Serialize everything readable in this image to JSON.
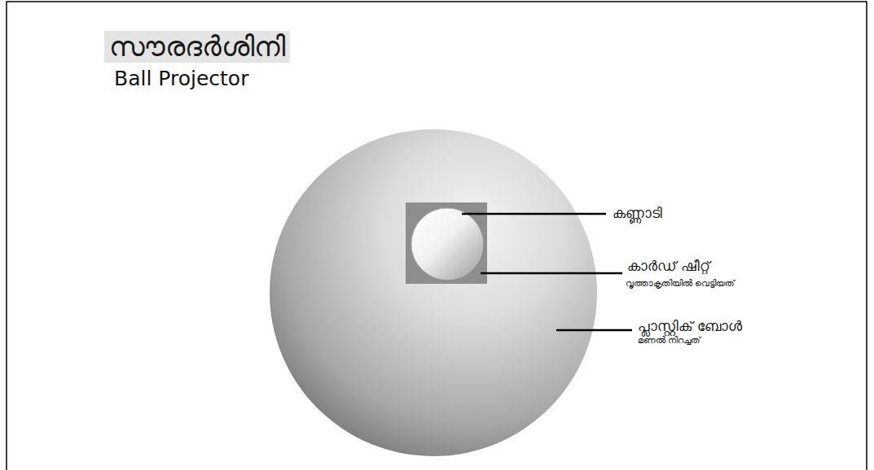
{
  "diagram": {
    "title": "സൗരദർശിനി",
    "labels": [
      "Ball Projector",
      "കണ്ണാടി",
      "കാർഡ് ഷീറ്റ്",
      "വൃത്താകൃതിയിൽ വെട്ടിയത്",
      "പ്ലാസ്റ്റിക് ബോൾ",
      "മണൽ നിറച്ചത്"
    ]
  }
}
